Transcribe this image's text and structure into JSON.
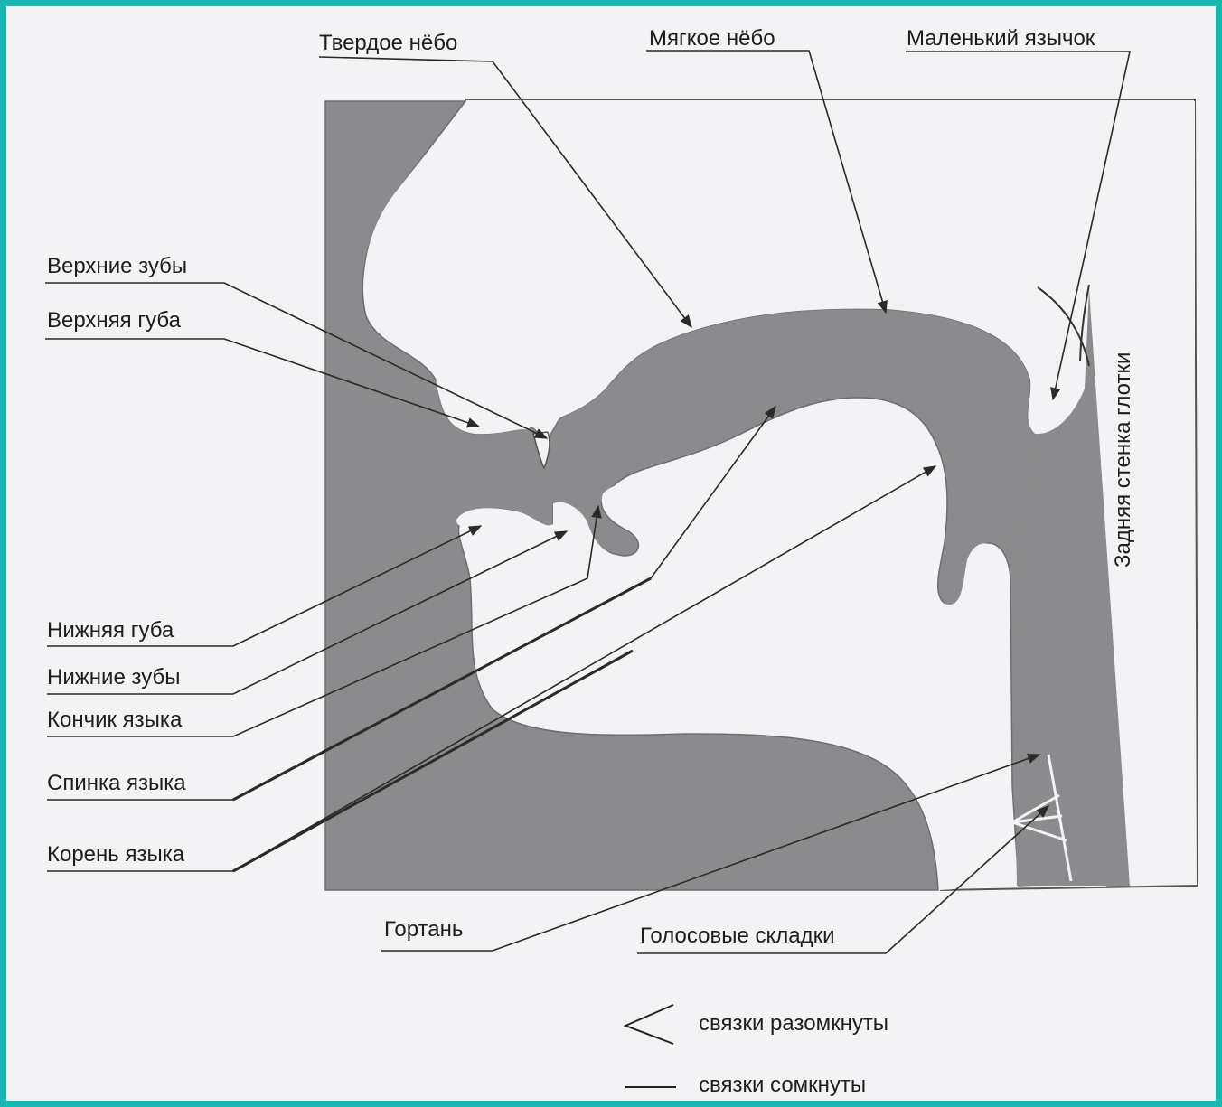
{
  "labels": {
    "hard_palate": "Твердое нёбо",
    "soft_palate": "Мягкое нёбо",
    "uvula": "Маленький язычок",
    "upper_teeth": "Верхние зубы",
    "upper_lip": "Верхняя губа",
    "lower_lip": "Нижняя губа",
    "lower_teeth": "Нижние зубы",
    "tongue_tip": "Кончик языка",
    "tongue_back": "Спинка языка",
    "tongue_root": "Корень языка",
    "larynx": "Гортань",
    "vocal_folds": "Голосовые складки",
    "pharynx_wall": "Задняя стенка глотки"
  },
  "legend": {
    "open": "связки разомкнуты",
    "closed": "связки сомкнуты"
  },
  "colors": {
    "frame": "#16b8b0",
    "tissue": "#8a8a8c",
    "background": "#f3f3f5",
    "line": "#2a2a2a"
  }
}
